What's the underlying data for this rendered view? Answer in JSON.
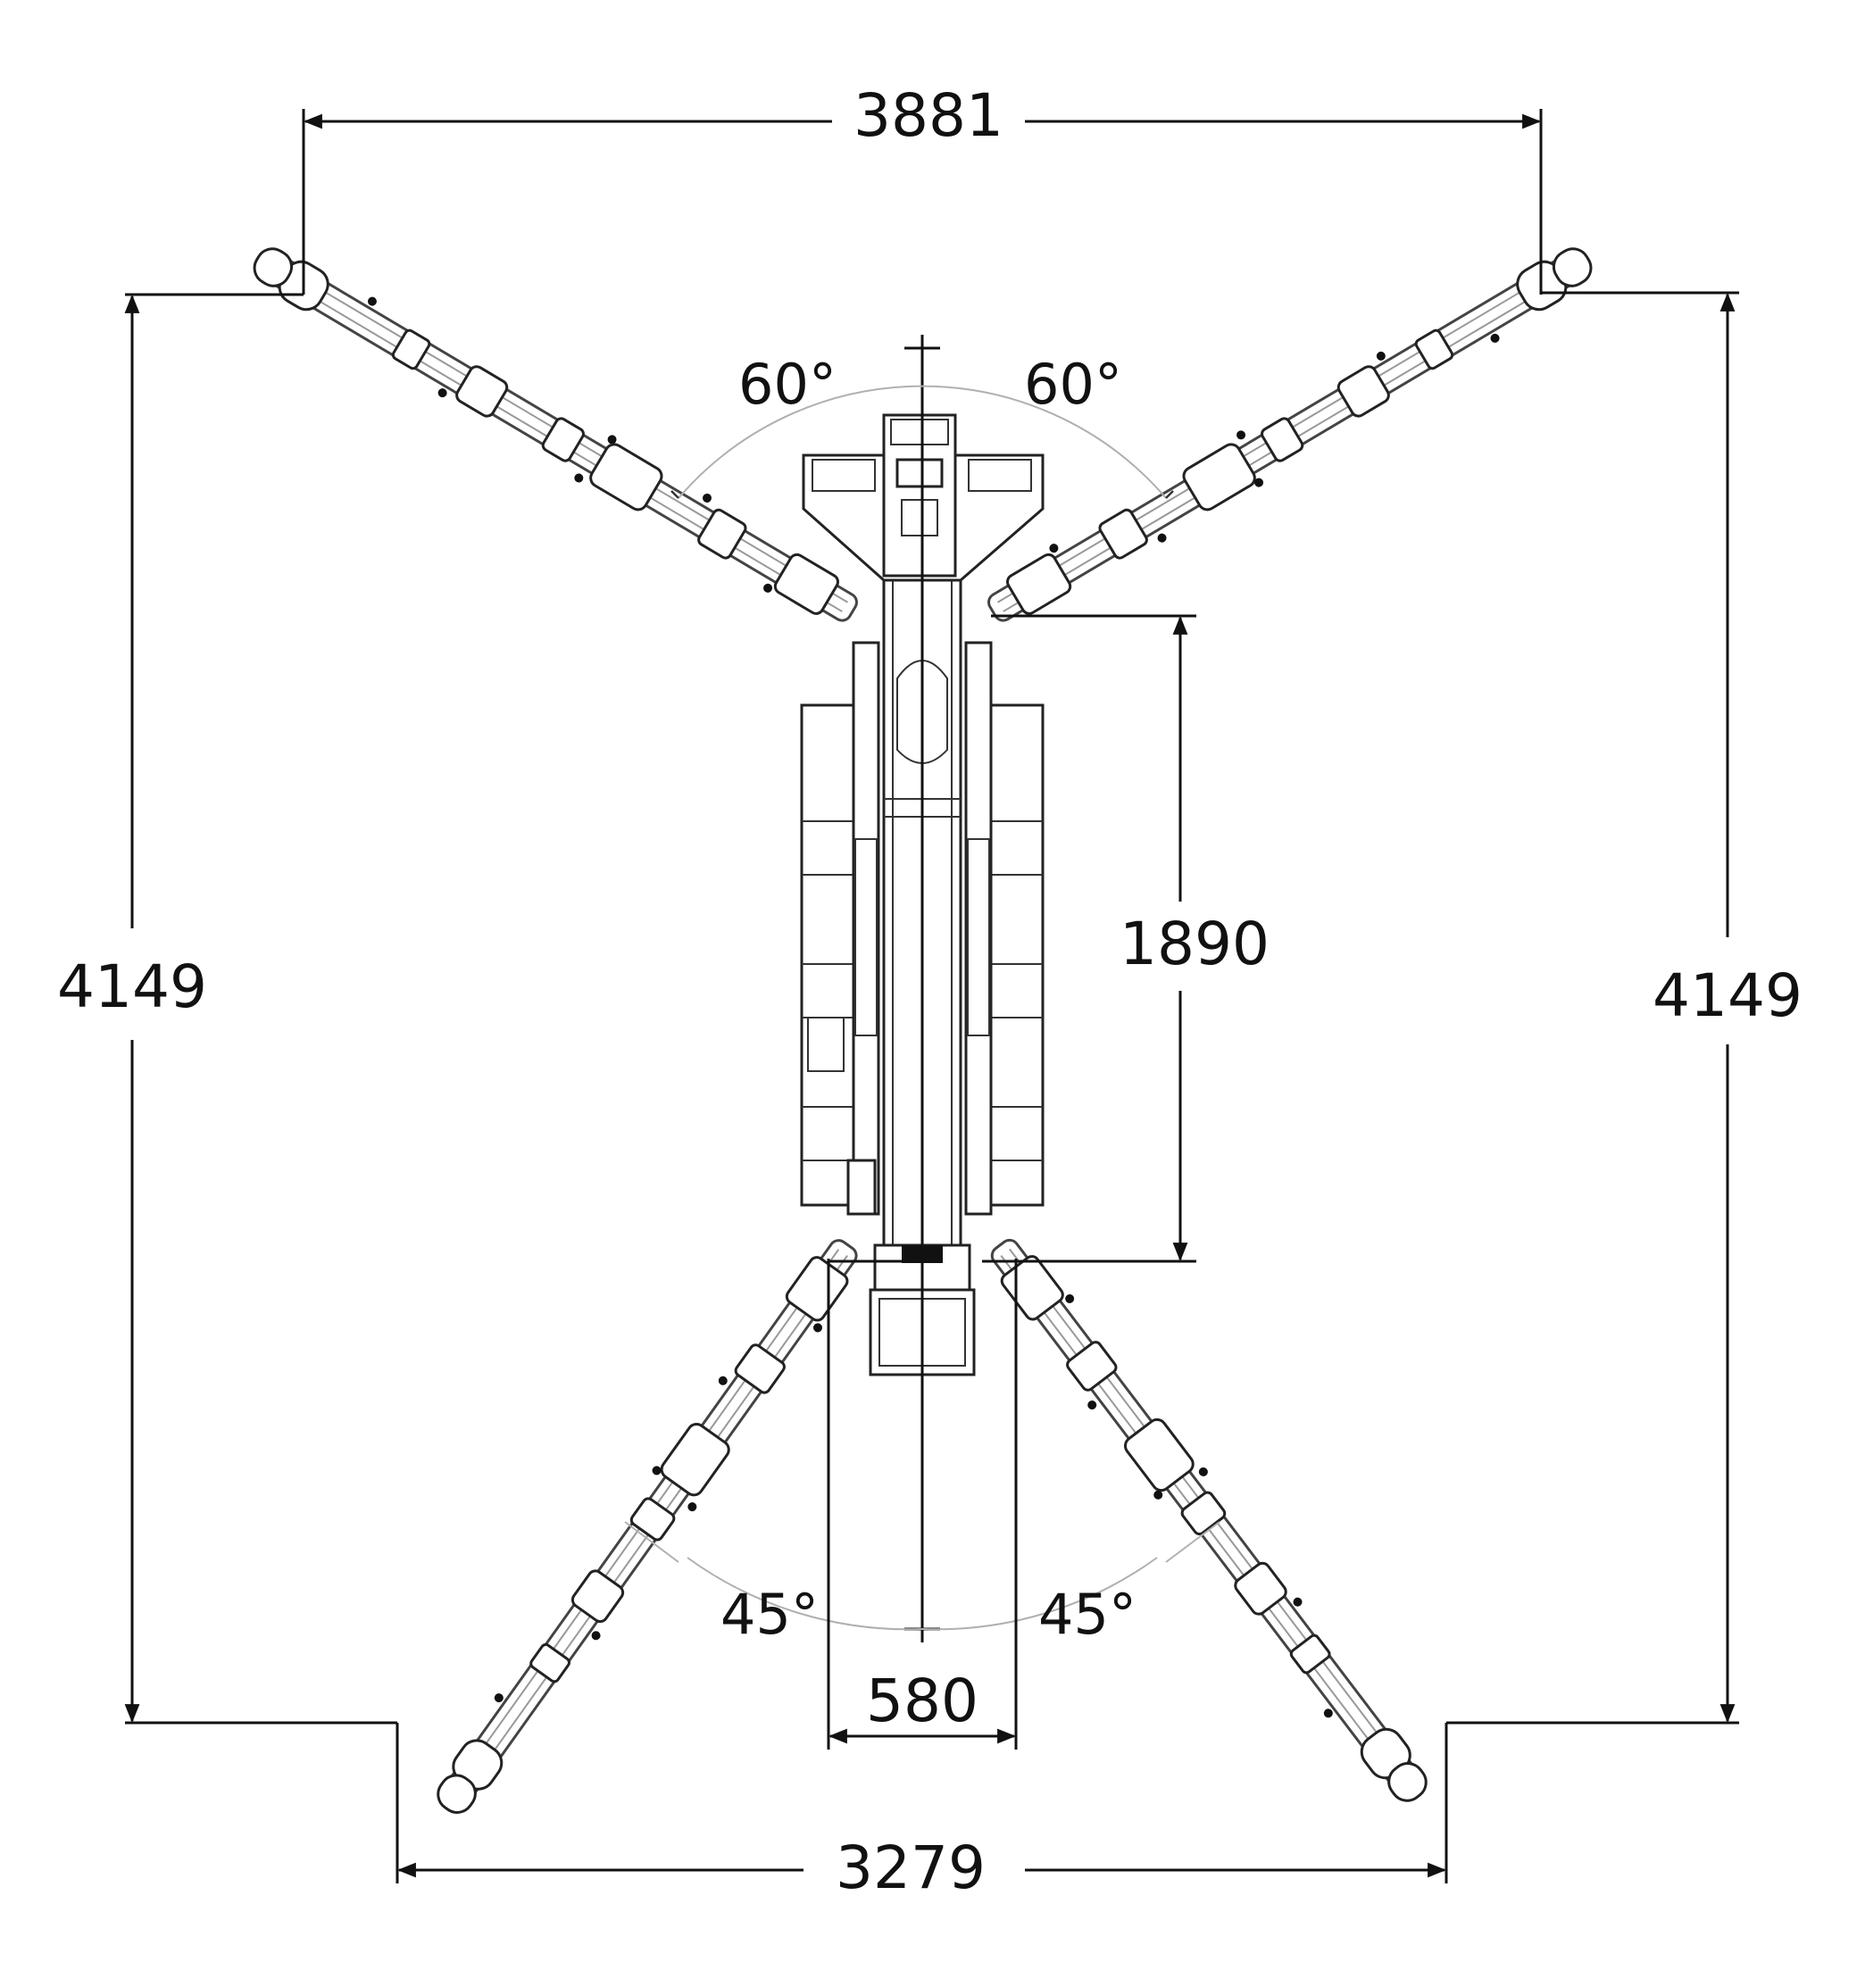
{
  "dimensions": {
    "top_width": "3881",
    "bottom_width": "3279",
    "left_height": "4149",
    "right_height": "4149",
    "body_length": "1890",
    "track_width": "580"
  },
  "angles": {
    "top_left": "60°",
    "top_right": "60°",
    "bottom_left": "45°",
    "bottom_right": "45°"
  }
}
